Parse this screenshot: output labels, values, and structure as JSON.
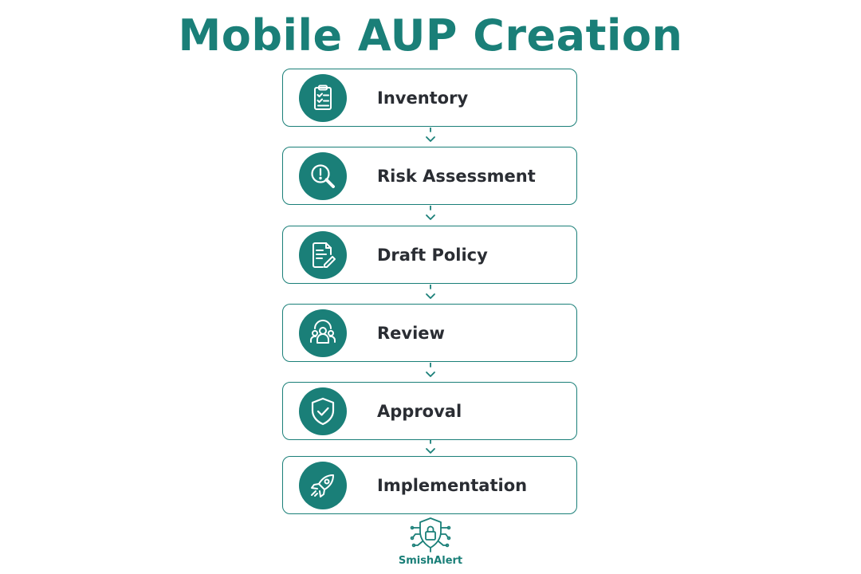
{
  "title": "Mobile AUP Creation",
  "accent_color": "#1a7f78",
  "steps": [
    {
      "label": "Inventory",
      "icon": "clipboard-checklist-icon"
    },
    {
      "label": "Risk Assessment",
      "icon": "magnifier-alert-icon"
    },
    {
      "label": "Draft Policy",
      "icon": "document-pencil-icon"
    },
    {
      "label": "Review",
      "icon": "team-icon"
    },
    {
      "label": "Approval",
      "icon": "shield-check-icon"
    },
    {
      "label": "Implementation",
      "icon": "rocket-icon"
    }
  ],
  "brand": {
    "name": "SmishAlert",
    "icon": "shield-lock-circuit-icon"
  }
}
